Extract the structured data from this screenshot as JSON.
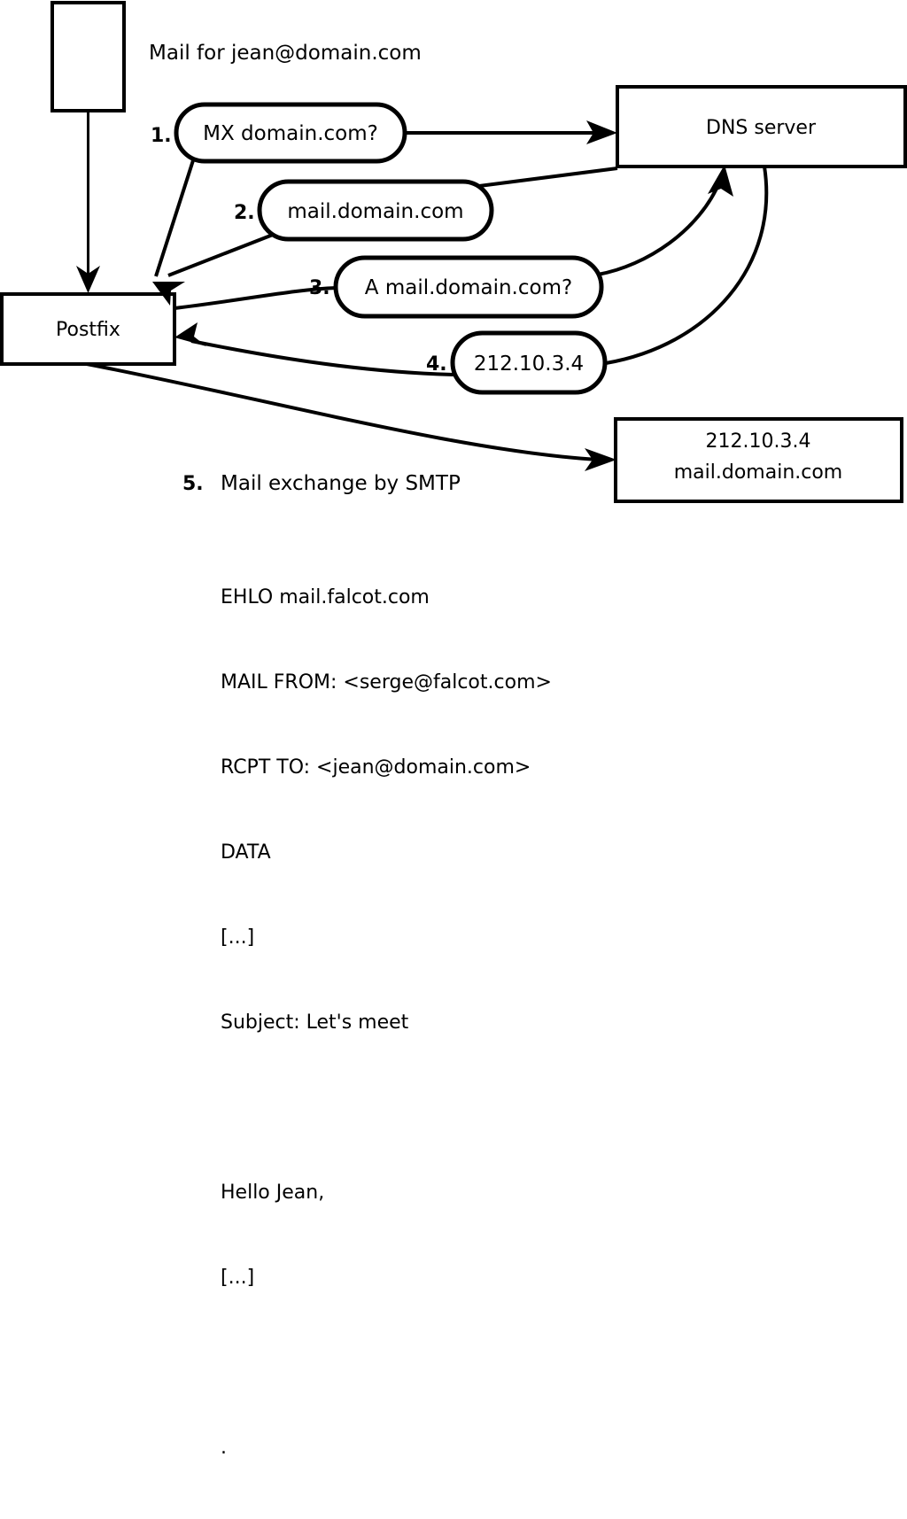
{
  "title": "Mail for jean@domain.com",
  "nodes": {
    "client": {
      "label": ""
    },
    "postfix": {
      "label": "Postfix"
    },
    "dns": {
      "label": "DNS server"
    },
    "mailserver": {
      "line1": "212.10.3.4",
      "line2": "mail.domain.com"
    }
  },
  "steps": [
    {
      "num": "1.",
      "label": "MX domain.com?"
    },
    {
      "num": "2.",
      "label": "mail.domain.com"
    },
    {
      "num": "3.",
      "label": "A mail.domain.com?"
    },
    {
      "num": "4.",
      "label": "212.10.3.4"
    },
    {
      "num": "5.",
      "label": "Mail exchange by SMTP"
    }
  ],
  "transcript": [
    "EHLO mail.falcot.com",
    "MAIL FROM: <serge@falcot.com>",
    "RCPT TO: <jean@domain.com>",
    "DATA",
    "[...]",
    "Subject: Let's meet",
    "",
    "Hello Jean,",
    "[...]",
    "",
    "."
  ],
  "colors": {
    "stroke": "#000000",
    "fill": "#ffffff"
  }
}
